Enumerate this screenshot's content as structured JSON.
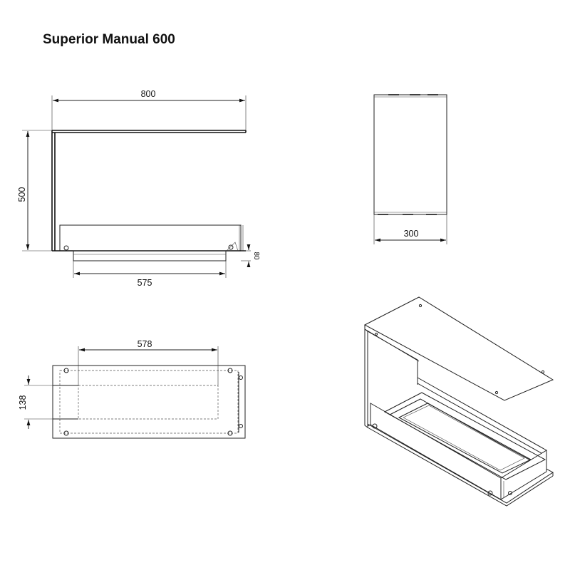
{
  "title": "Superior Manual 600",
  "dimensions": {
    "front_width": "800",
    "front_height": "500",
    "front_base_depth": "80",
    "burner_width": "575",
    "side_depth": "300",
    "top_width": "578",
    "top_depth": "138"
  }
}
